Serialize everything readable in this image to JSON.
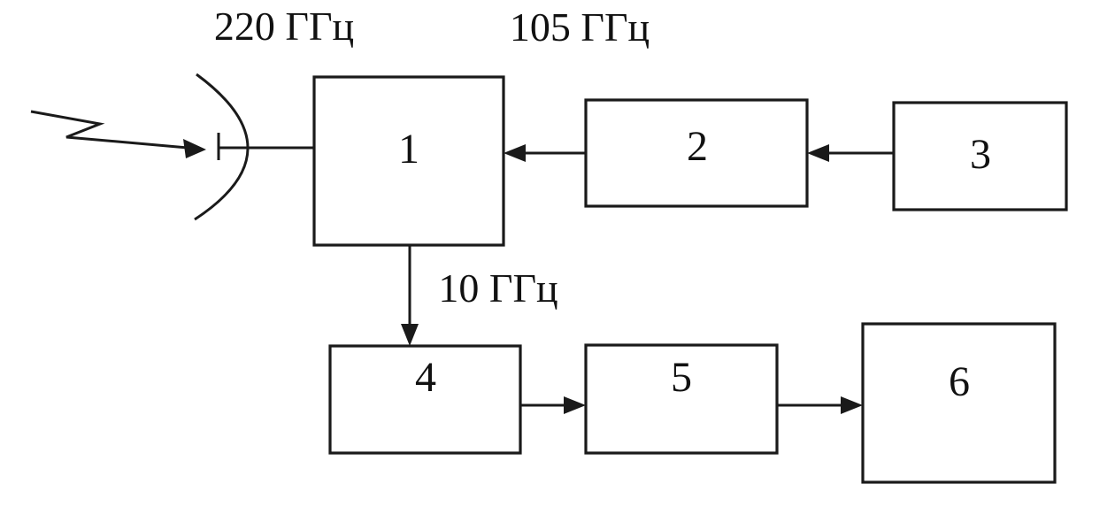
{
  "diagram": {
    "type": "block-diagram",
    "colors": {
      "ink": "#1a1a1a",
      "background": "#ffffff"
    },
    "labels": {
      "freq_220": "220 ГГц",
      "freq_105": "105 ГГц",
      "freq_10": "10 ГГц"
    },
    "blocks": [
      {
        "label": "1"
      },
      {
        "label": "2"
      },
      {
        "label": "3"
      },
      {
        "label": "4"
      },
      {
        "label": "5"
      },
      {
        "label": "6"
      }
    ],
    "connections": [
      {
        "from": "signal",
        "to": "antenna",
        "style": "zigzag-arrow"
      },
      {
        "from": "antenna",
        "to": "1",
        "style": "line",
        "label": "220 ГГц"
      },
      {
        "from": "2",
        "to": "1",
        "style": "arrow",
        "label": "105 ГГц"
      },
      {
        "from": "3",
        "to": "2",
        "style": "arrow"
      },
      {
        "from": "1",
        "to": "4",
        "style": "arrow",
        "label": "10 ГГц"
      },
      {
        "from": "4",
        "to": "5",
        "style": "arrow"
      },
      {
        "from": "5",
        "to": "6",
        "style": "arrow"
      }
    ]
  }
}
